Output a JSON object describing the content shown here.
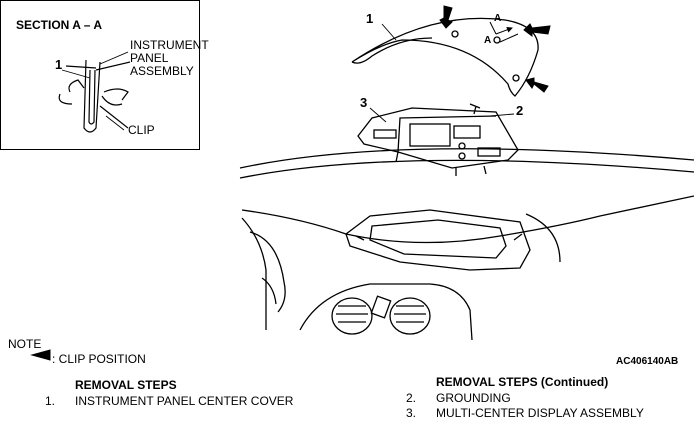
{
  "section": {
    "title": "SECTION A – A",
    "callout_1": "1",
    "label_panel_lines": [
      "INSTRUMENT",
      "PANEL",
      "ASSEMBLY"
    ],
    "label_clip": "CLIP"
  },
  "main_callouts": {
    "c1": "1",
    "c2": "2",
    "c3": "3",
    "a1": "A",
    "a2": "A"
  },
  "note": {
    "title": "NOTE",
    "legend": ": CLIP POSITION",
    "code": "AC406140AB"
  },
  "removal_steps": {
    "heading": "REMOVAL STEPS",
    "items": [
      {
        "num": "1.",
        "text": "INSTRUMENT PANEL CENTER COVER"
      }
    ]
  },
  "removal_steps_continued": {
    "heading": "REMOVAL STEPS (Continued)",
    "items": [
      {
        "num": "2.",
        "text": "GROUNDING"
      },
      {
        "num": "3.",
        "text": "MULTI-CENTER DISPLAY ASSEMBLY"
      }
    ]
  }
}
